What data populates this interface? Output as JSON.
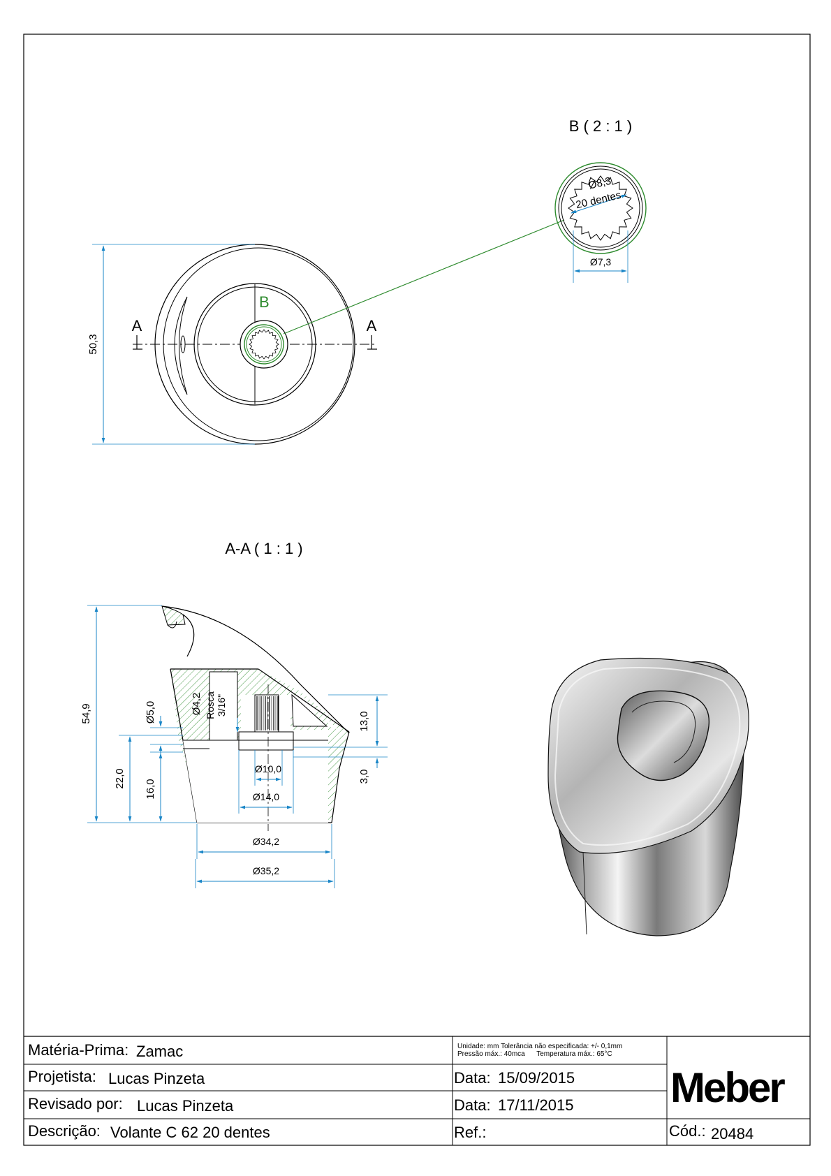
{
  "views": {
    "detail": {
      "title": "B ( 2 : 1 )",
      "spline_label": "Ø8,3",
      "teeth_label": "20 dentes",
      "inner_dia": "Ø7,3"
    },
    "top": {
      "overall_height": "50,3",
      "section_mark": "A",
      "detail_mark": "B"
    },
    "section": {
      "title": "A-A ( 1 : 1 )",
      "overall_height": "54,9",
      "height_22": "22,0",
      "height_16": "16,0",
      "height_5": "Ø5,0",
      "dia_42": "Ø4,2",
      "thread_label": "Rosca",
      "thread_size": "3/16\"",
      "height_13": "13,0",
      "height_3": "3,0",
      "dia_10": "Ø10,0",
      "dia_14": "Ø14,0",
      "dia_342": "Ø34,2",
      "dia_352": "Ø35,2"
    }
  },
  "title_block": {
    "material_label": "Matéria-Prima:",
    "material_value": "Zamac",
    "designer_label": "Projetista:",
    "designer_value": "Lucas Pinzeta",
    "reviewer_label": "Revisado por:",
    "reviewer_value": "Lucas Pinzeta",
    "description_label": "Descrição:",
    "description_value": "Volante C 62 20 dentes",
    "notes_line1": "Unidade: mm Tolerância não especificada: +/- 0,1mm",
    "notes_line2": "Pressão máx.: 40mca      Temperatura máx.: 65°C",
    "date1_label": "Data:",
    "date1_value": "15/09/2015",
    "date2_label": "Data:",
    "date2_value": "17/11/2015",
    "ref_label": "Ref.:",
    "code_label": "Cód.:",
    "code_value": "20484",
    "logo_text": "Meber"
  },
  "colors": {
    "dimension": "#1a86c7",
    "detail": "#2e8b2e",
    "hatch": "#4a9a4a",
    "line": "#000000"
  }
}
